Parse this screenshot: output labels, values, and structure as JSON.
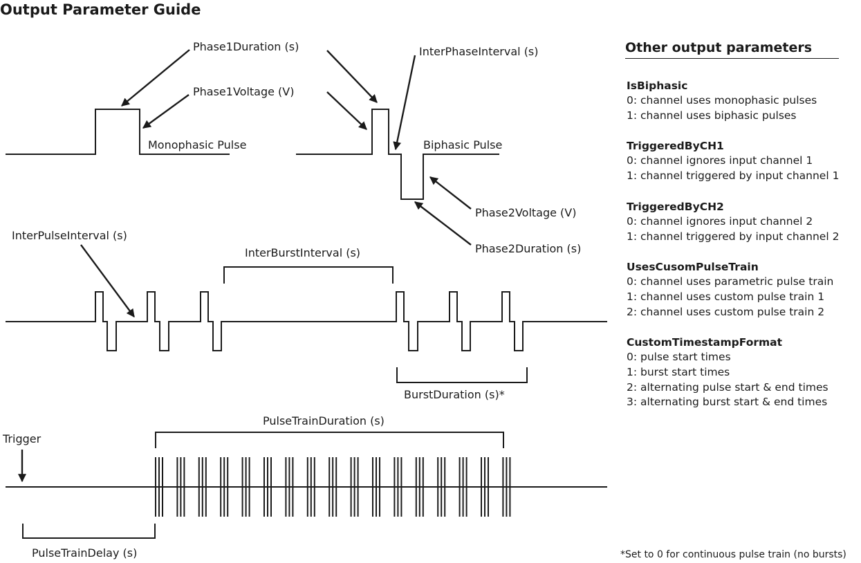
{
  "title": "Output Parameter Guide",
  "diagram": {
    "monophasic_pulse": "Monophasic Pulse",
    "biphasic_pulse": "Biphasic Pulse",
    "phase1_duration": "Phase1Duration (s)",
    "phase1_voltage": "Phase1Voltage (V)",
    "inter_phase_interval": "InterPhaseInterval (s)",
    "phase2_voltage": "Phase2Voltage (V)",
    "phase2_duration": "Phase2Duration (s)",
    "inter_pulse_interval": "InterPulseInterval (s)",
    "inter_burst_interval": "InterBurstInterval (s)",
    "burst_duration": "BurstDuration (s)*",
    "pulse_train_duration": "PulseTrainDuration (s)",
    "trigger": "Trigger",
    "pulse_train_delay": "PulseTrainDelay (s)"
  },
  "other_parameters": {
    "title": "Other output parameters",
    "items": [
      {
        "name": "IsBiphasic",
        "lines": [
          "0: channel uses monophasic pulses",
          "1: channel uses biphasic pulses"
        ]
      },
      {
        "name": "TriggeredByCH1",
        "lines": [
          "0: channel ignores input channel 1",
          "1: channel triggered by input channel 1"
        ]
      },
      {
        "name": "TriggeredByCH2",
        "lines": [
          "0: channel ignores input channel 2",
          "1: channel triggered by input channel 2"
        ]
      },
      {
        "name": "UsesCusomPulseTrain",
        "lines": [
          "0: channel uses parametric pulse train",
          "1: channel uses custom pulse train 1",
          "2: channel uses custom pulse train 2"
        ]
      },
      {
        "name": "CustomTimestampFormat",
        "lines": [
          "0: pulse start times",
          "1: burst start times",
          "2: alternating pulse start & end times",
          "3: alternating burst start & end times"
        ]
      }
    ]
  },
  "footnote": "*Set to 0 for continuous pulse train (no bursts)"
}
